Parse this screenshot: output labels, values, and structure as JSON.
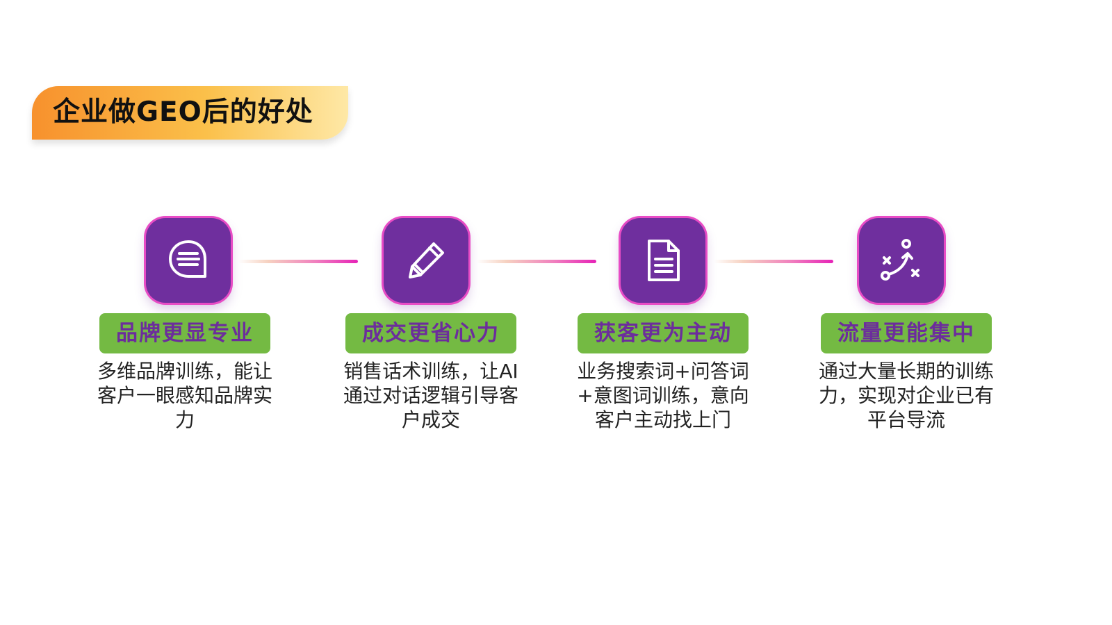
{
  "title": "企业做GEO后的好处",
  "steps": [
    {
      "icon": "chat-bubble-icon",
      "heading": "品牌更显专业",
      "description": "多维品牌训练，能让客户一眼感知品牌实力"
    },
    {
      "icon": "pen-icon",
      "heading": "成交更省心力",
      "description": "销售话术训练，让AI通过对话逻辑引导客户成交"
    },
    {
      "icon": "document-icon",
      "heading": "获客更为主动",
      "description": "业务搜索词+问答词+意图词训练，意向客户主动找上门"
    },
    {
      "icon": "strategy-path-icon",
      "heading": "流量更能集中",
      "description": "通过大量长期的训练力，实现对企业已有平台导流"
    }
  ],
  "colors": {
    "icon_background": "#6f2f9e",
    "icon_border": "#e84cc5",
    "heading_background": "#74ba43",
    "heading_text": "#6c2d9c",
    "banner_start": "#f7912d",
    "banner_end": "#fee8a6"
  }
}
